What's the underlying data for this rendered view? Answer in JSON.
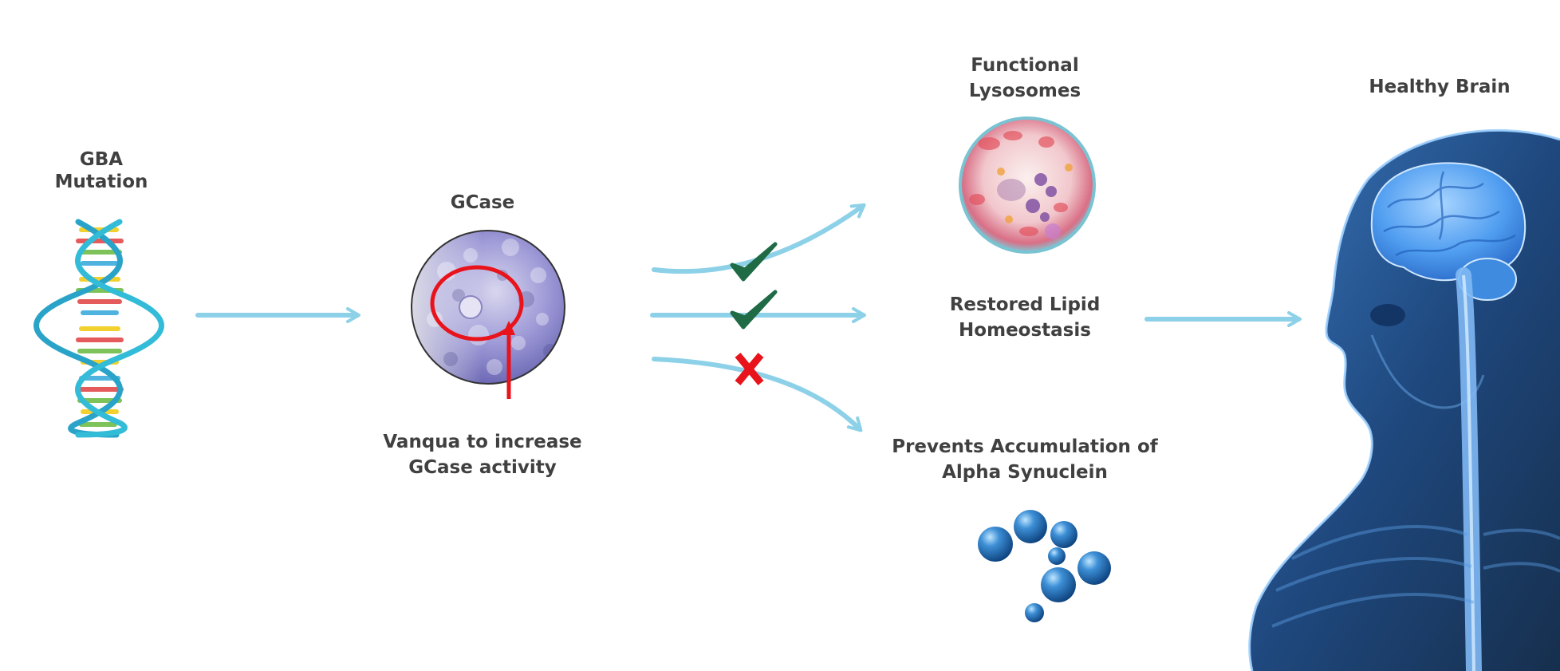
{
  "labels": {
    "gba_line1": "GBA",
    "gba_line2": "Mutation",
    "gcase": "GCase",
    "vanqua_line1": "Vanqua to increase",
    "vanqua_line2": "GCase activity",
    "lysosomes_line1": "Functional",
    "lysosomes_line2": "Lysosomes",
    "lipid_line1": "Restored Lipid",
    "lipid_line2": "Homeostasis",
    "synuclein_line1": "Prevents Accumulation of",
    "synuclein_line2": "Alpha Synuclein",
    "brain": "Healthy Brain"
  },
  "colors": {
    "arrow": "#8dd1e8",
    "check": "#1e6b45",
    "cross": "#e8131b",
    "text": "#404040",
    "inhibitor": "#e8131b"
  },
  "icons": {
    "dna": "dna-helix-icon",
    "protein": "protein-surface-icon",
    "lysosome": "lysosome-cell-icon",
    "spheres": "synuclein-spheres-icon",
    "head": "brain-head-icon",
    "check": "check-mark-icon",
    "cross": "cross-mark-icon"
  }
}
